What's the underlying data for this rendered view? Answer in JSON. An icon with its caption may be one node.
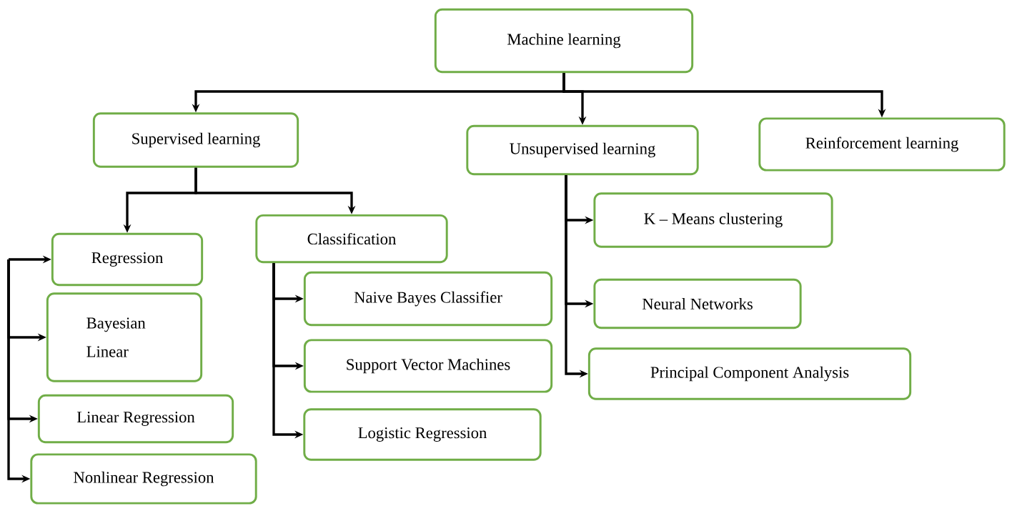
{
  "diagram": {
    "nodes": [
      {
        "text": [
          "Machine learning"
        ]
      },
      {
        "text": [
          "Supervised learning"
        ]
      },
      {
        "text": [
          "Unsupervised learning"
        ]
      },
      {
        "text": [
          "Reinforcement learning"
        ]
      },
      {
        "text": [
          "Regression"
        ]
      },
      {
        "text": [
          "Bayesian Linear"
        ]
      },
      {
        "text": [
          "Linear Regression"
        ]
      },
      {
        "text": [
          "Nonlinear Regression"
        ]
      },
      {
        "text": [
          "Classification"
        ]
      },
      {
        "text": [
          "Naive Bayes Classifier"
        ]
      },
      {
        "text": [
          "Support Vector Machines"
        ]
      },
      {
        "text": [
          "Logistic Regression"
        ]
      },
      {
        "text": [
          "K – Means clustering"
        ]
      },
      {
        "text": [
          "Neural Networks"
        ]
      },
      {
        "text": [
          "Principal Component Analysis"
        ]
      }
    ],
    "edges": [
      {
        "from": 0,
        "to": 1,
        "arrow": "to"
      },
      {
        "from": 0,
        "to": 2,
        "arrow": "to"
      },
      {
        "from": 0,
        "to": 3,
        "arrow": "to"
      },
      {
        "from": 1,
        "to": 4,
        "arrow": "to"
      },
      {
        "from": 1,
        "to": 8,
        "arrow": "to"
      },
      {
        "from": null,
        "to": 4,
        "arrow": "to"
      },
      {
        "from": null,
        "to": 5,
        "arrow": "to"
      },
      {
        "from": null,
        "to": 6,
        "arrow": "to"
      },
      {
        "from": null,
        "to": 7,
        "arrow": "to"
      },
      {
        "from": 8,
        "to": 9,
        "arrow": "to"
      },
      {
        "from": 8,
        "to": 10,
        "arrow": "to"
      },
      {
        "from": 8,
        "to": 11,
        "arrow": "to"
      },
      {
        "from": 2,
        "to": 12,
        "arrow": "to"
      },
      {
        "from": 2,
        "to": 13,
        "arrow": "to"
      },
      {
        "from": 2,
        "to": 14,
        "arrow": "to"
      }
    ]
  }
}
